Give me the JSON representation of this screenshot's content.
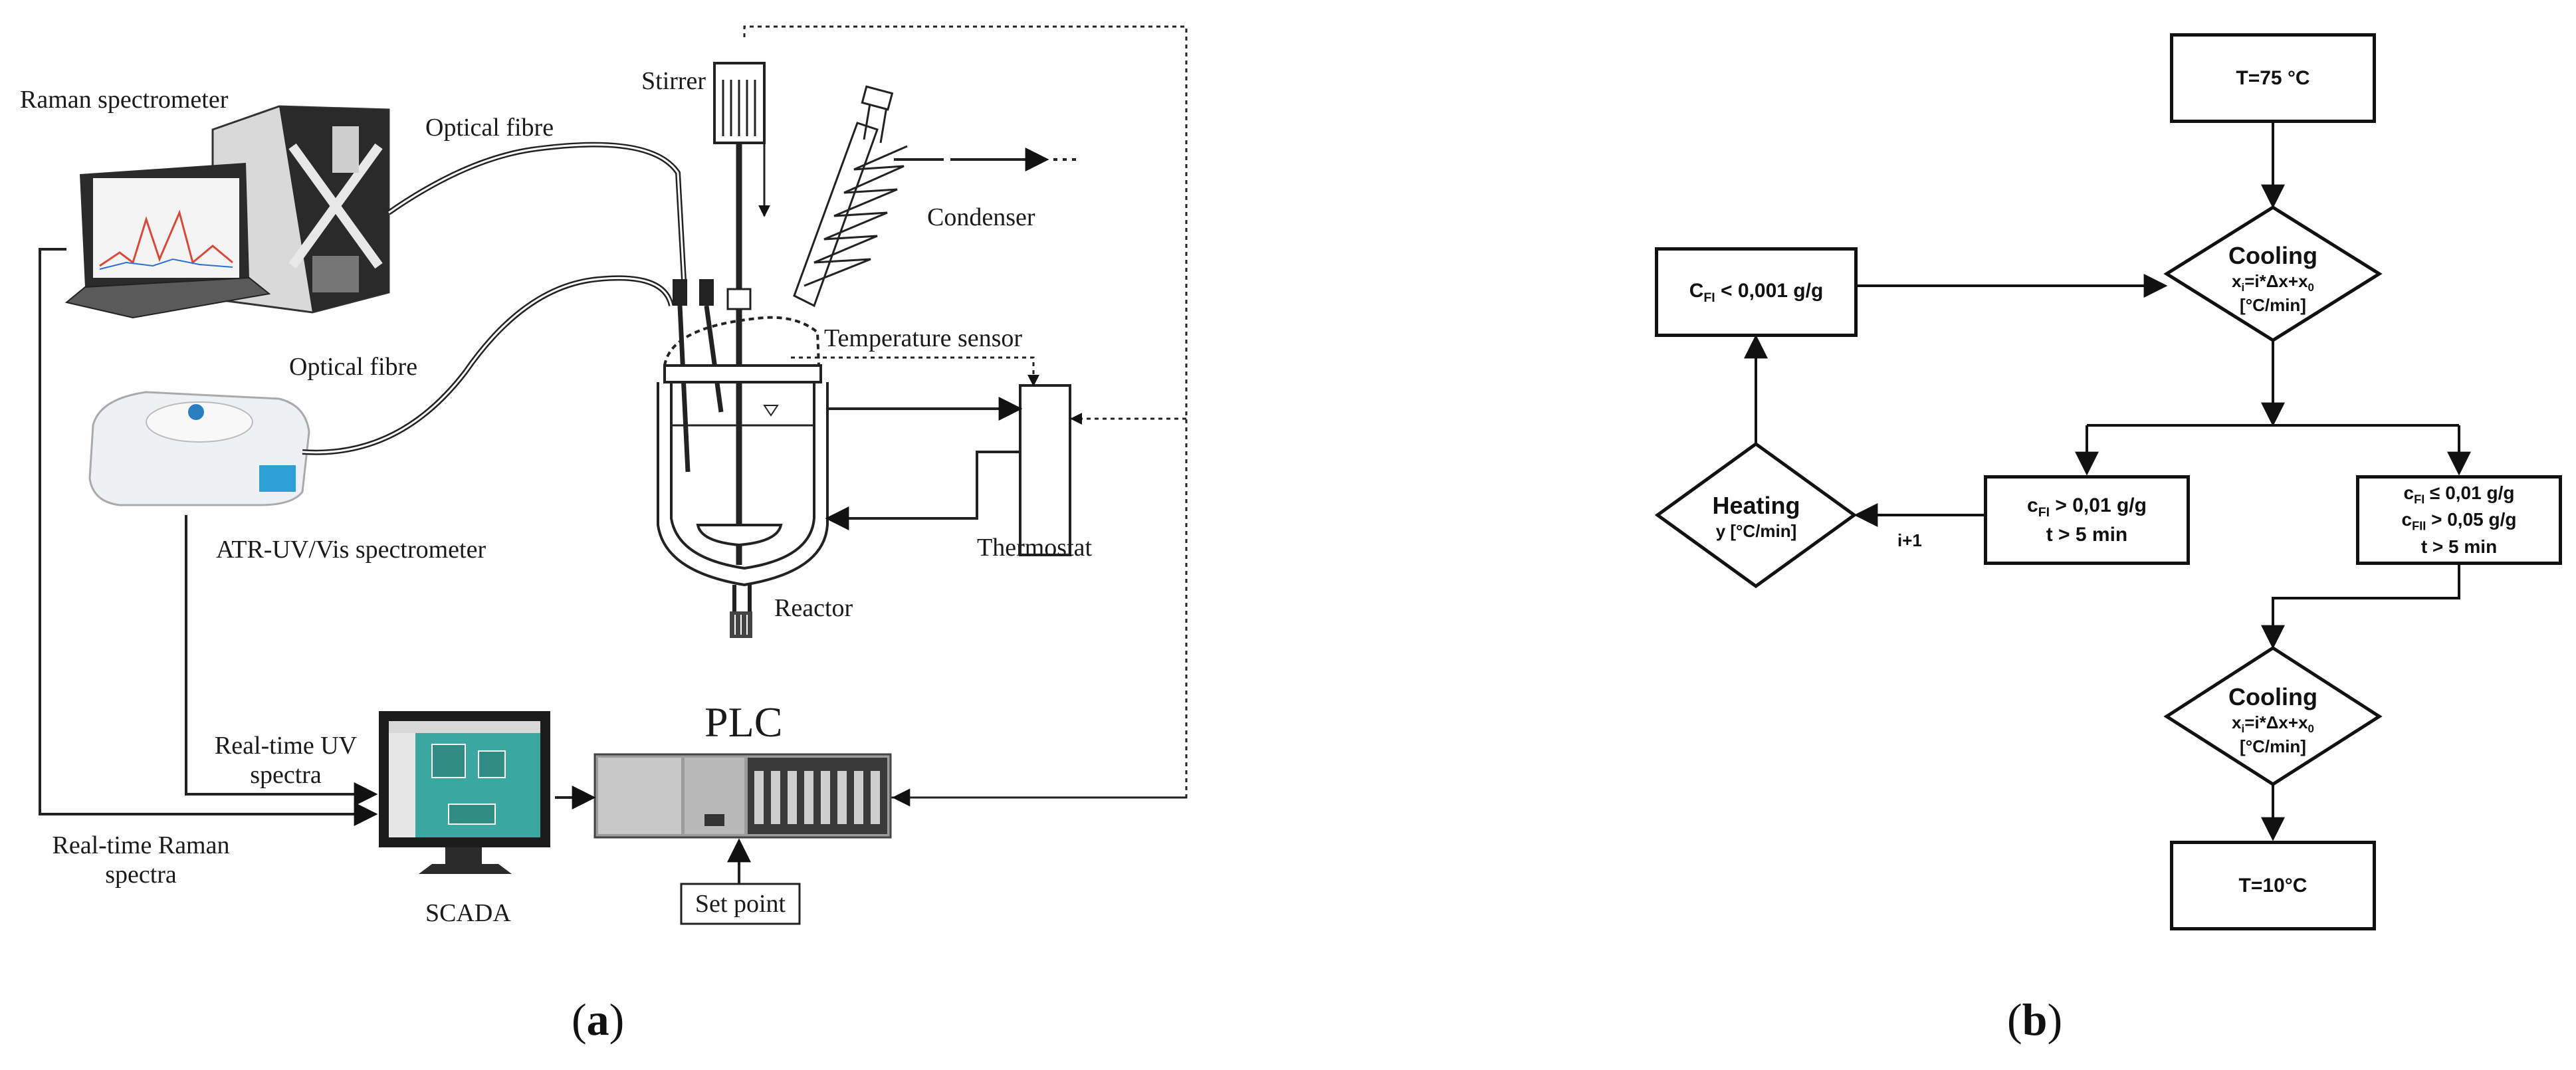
{
  "panel_a": {
    "caption": "a",
    "labels": {
      "raman_spectrometer": "Raman spectrometer",
      "optical_fibre_top": "Optical fibre",
      "optical_fibre_mid": "Optical fibre",
      "atr_uv_vis": "ATR-UV/Vis spectrometer",
      "stirrer": "Stirrer",
      "condenser": "Condenser",
      "temperature_sensor": "Temperature sensor",
      "thermostat": "Thermostat",
      "reactor": "Reactor",
      "plc": "PLC",
      "realtime_uv_line1": "Real-time UV",
      "realtime_uv_line2": "spectra",
      "realtime_raman_line1": "Real-time Raman",
      "realtime_raman_line2": "spectra",
      "scada": "SCADA",
      "set_point": "Set point"
    }
  },
  "panel_b": {
    "caption": "b",
    "start_box": "T=75 °C",
    "end_box": "T=10°C",
    "cfi_low_box": {
      "pre": "C",
      "sub": "FI",
      "post": " < 0,001 g/g"
    },
    "cooling_top": {
      "title": "Cooling",
      "formula": "x = i*Δx+x",
      "unit": "[°C/min]"
    },
    "cooling_bottom": {
      "title": "Cooling",
      "formula": "x = i*Δx+x",
      "unit": "[°C/min]"
    },
    "heating": {
      "title": "Heating",
      "unit": "y [°C/min]"
    },
    "cond_left": {
      "line1_pre": "c",
      "line1_sub": "FI",
      "line1_post": " > 0,01 g/g",
      "line2": "t > 5 min"
    },
    "cond_right": {
      "line1_pre": "c",
      "line1_sub": "FI",
      "line1_post": " ≤ 0,01 g/g",
      "line2_pre": "c",
      "line2_sub": "FII",
      "line2_post": " > 0,05 g/g",
      "line3": "t > 5 min"
    },
    "iter_label": "i+1",
    "sub_i": "i",
    "sub_0": "0"
  }
}
